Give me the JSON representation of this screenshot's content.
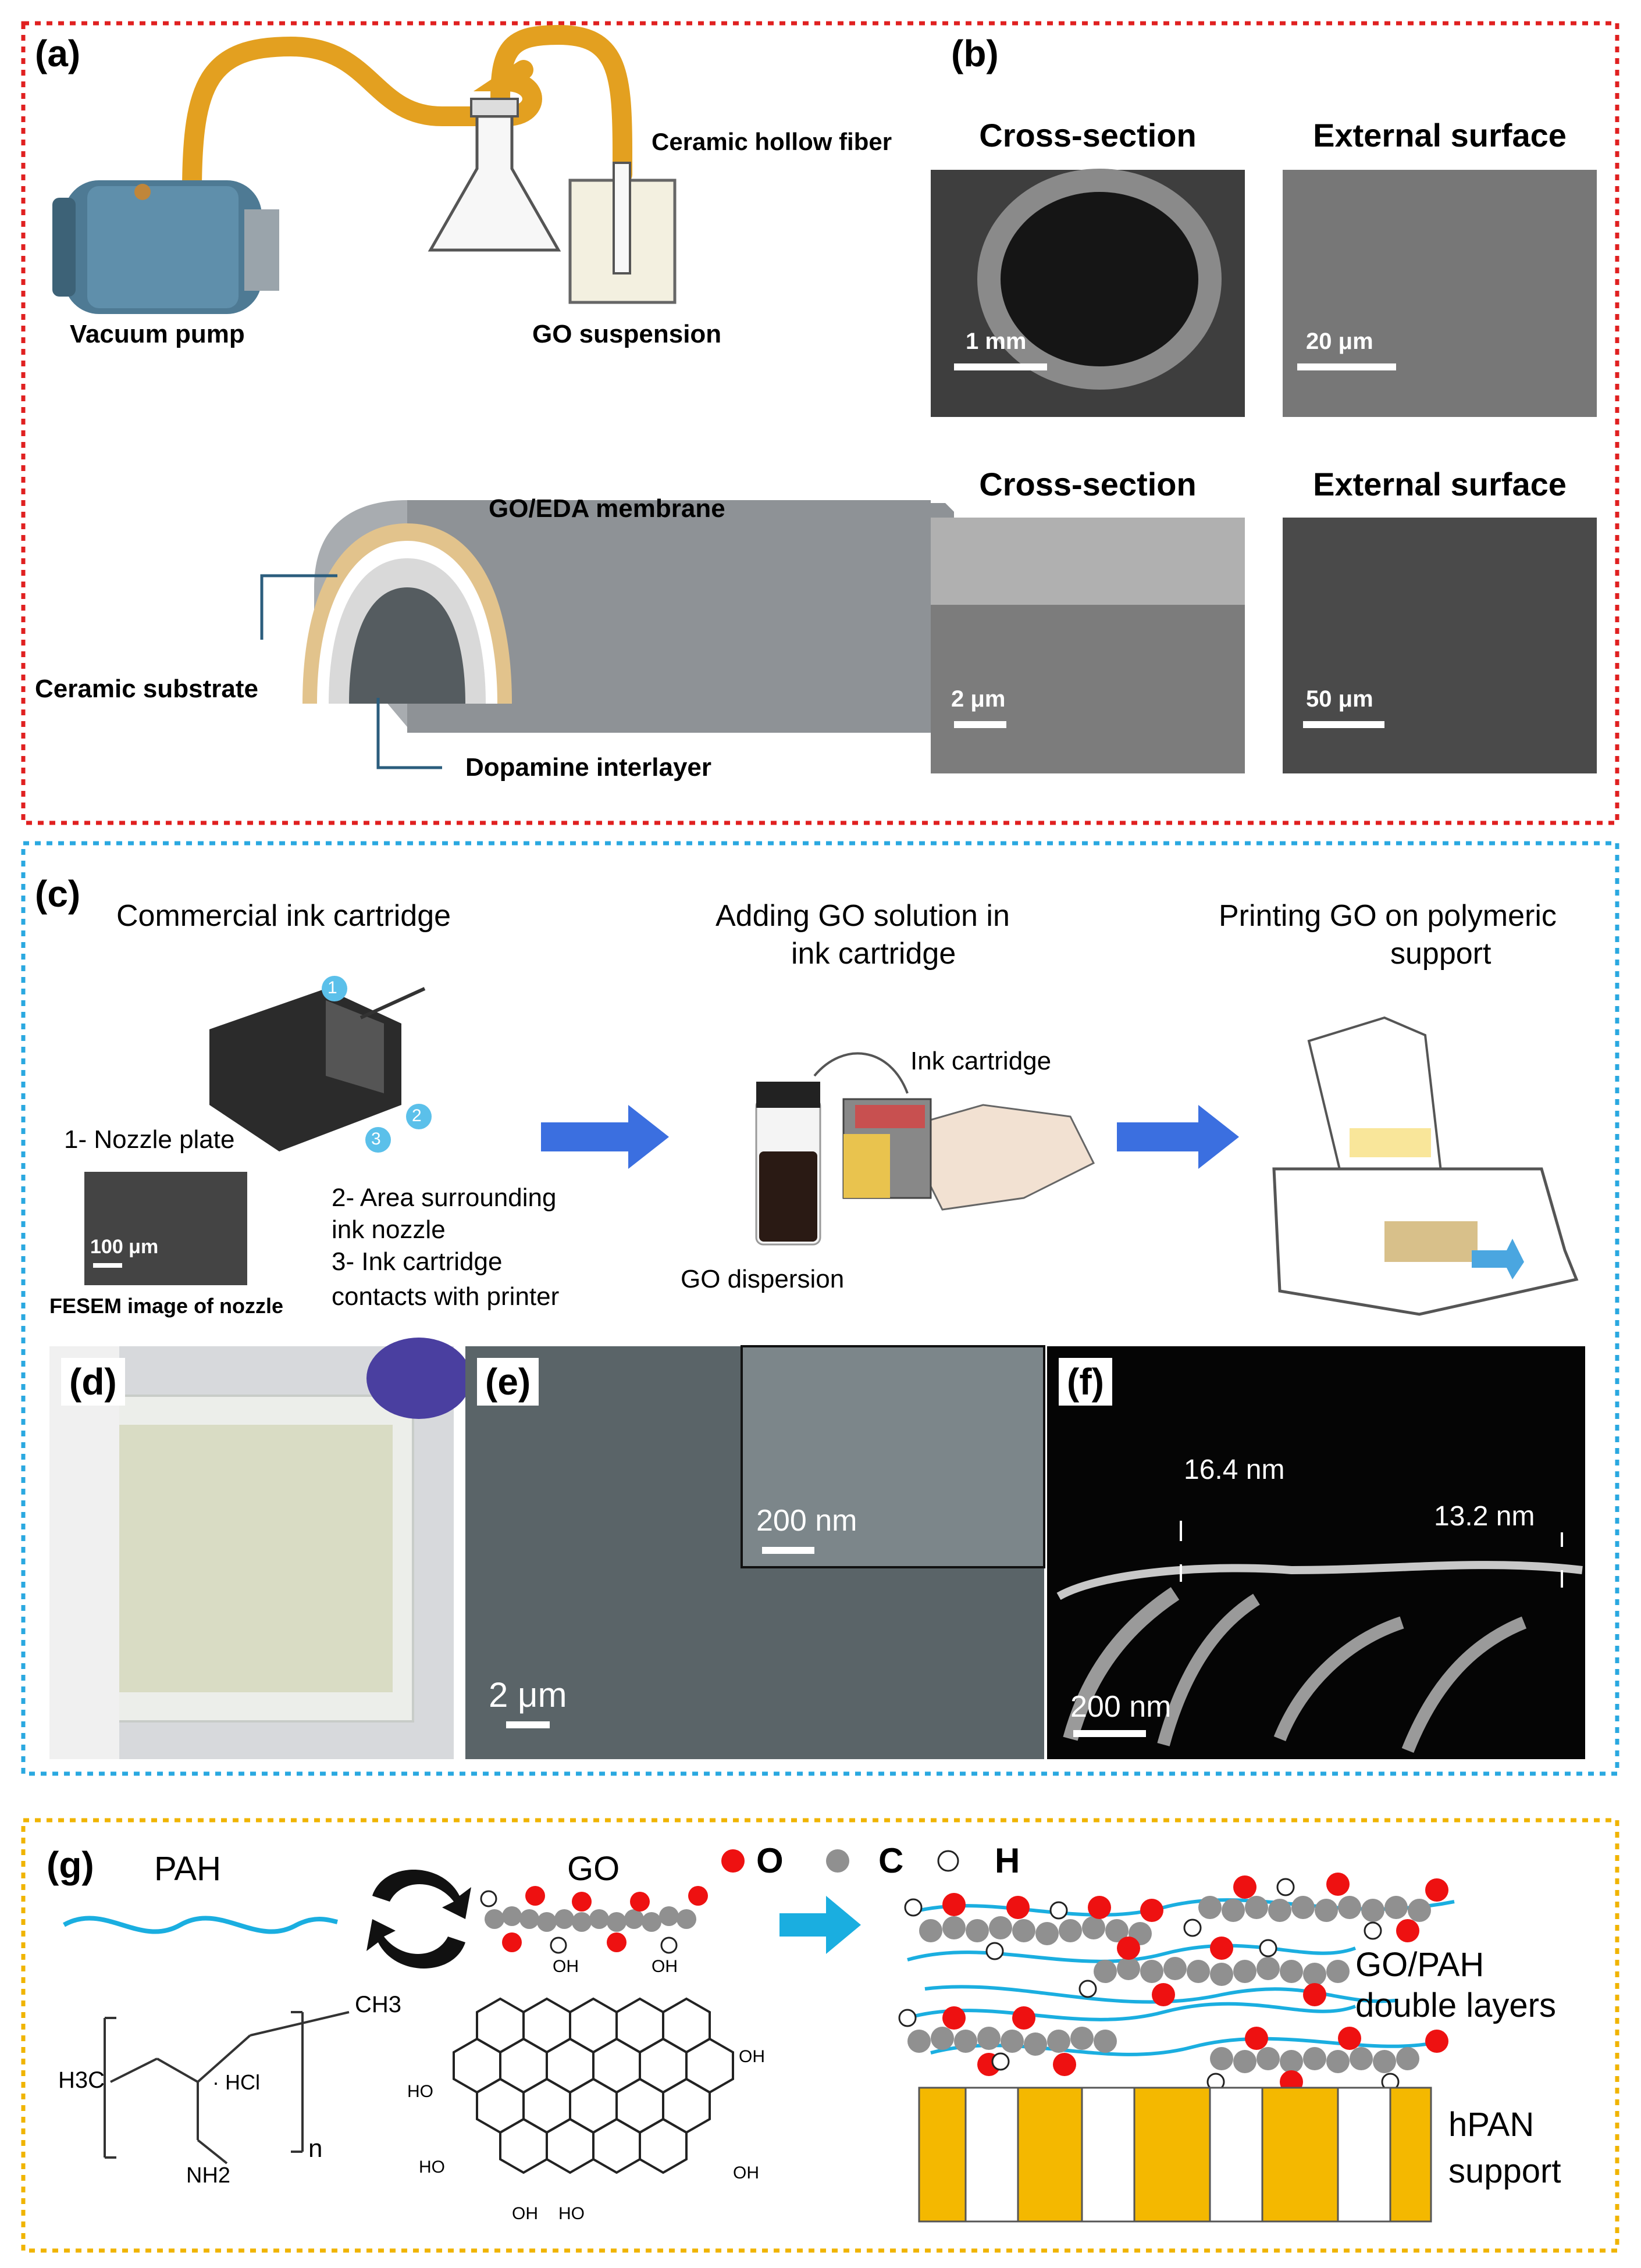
{
  "panels": {
    "a": {
      "letter": "(a)",
      "vacuum_pump": "Vacuum pump",
      "ceramic_hollow_fiber": "Ceramic hollow fiber",
      "go_suspension": "GO suspension",
      "go_eda_membrane": "GO/EDA membrane",
      "ceramic_substrate": "Ceramic substrate",
      "dopamine_interlayer": "Dopamine interlayer"
    },
    "b": {
      "letter": "(b)",
      "top_left_title": "Cross-section",
      "top_right_title": "External surface",
      "bottom_left_title": "Cross-section",
      "bottom_right_title": "External surface",
      "scale_1": "1 mm",
      "scale_2": "20 μm",
      "scale_3": "2 μm",
      "scale_4": "50 μm"
    },
    "c": {
      "letter": "(c)",
      "step1": "Commercial ink cartridge",
      "step2_line1": "Adding GO solution in",
      "step2_line2": "ink cartridge",
      "step3_line1": "Printing GO on polymeric",
      "step3_line2": "support",
      "nozzle_plate": "1- Nozzle plate",
      "area_line1": "2- Area surrounding",
      "area_line2": "ink nozzle",
      "contacts_line1": "3- Ink cartridge",
      "contacts_line2": "contacts with printer",
      "fesem_caption": "FESEM image of nozzle",
      "fesem_scale": "100 μm",
      "ink_cartridge": "Ink cartridge",
      "go_dispersion": "GO dispersion",
      "callout_1": "1",
      "callout_2": "2",
      "callout_3": "3"
    },
    "d": {
      "letter": "(d)"
    },
    "e": {
      "letter": "(e)",
      "inset_scale": "200 nm",
      "scale": "2 μm"
    },
    "f": {
      "letter": "(f)",
      "thickness_1": "16.4 nm",
      "thickness_2": "13.2 nm",
      "scale": "200 nm"
    },
    "g": {
      "letter": "(g)",
      "pah": "PAH",
      "go": "GO",
      "legend_o": "O",
      "legend_c": "C",
      "legend_h": "H",
      "go_pah_line1": "GO/PAH",
      "go_pah_line2": "double layers",
      "hpan_line1": "hPAN",
      "hpan_line2": "support",
      "ch3": "CH3",
      "h3c": "H3C",
      "hcl": "· HCl",
      "n_sub": "n",
      "nh2": "NH2",
      "oh": "OH",
      "ho": "HO"
    }
  },
  "colors": {
    "box_a": "#e02020",
    "box_c": "#2aa8e0",
    "box_g": "#f0b400",
    "arrow_blue": "#3b6fe0",
    "oxygen": "#ee1111",
    "carbon": "#909090",
    "hydrogen": "#ffffff",
    "pah_chain": "#1aaee0",
    "hpan_gold": "#f4b800"
  }
}
